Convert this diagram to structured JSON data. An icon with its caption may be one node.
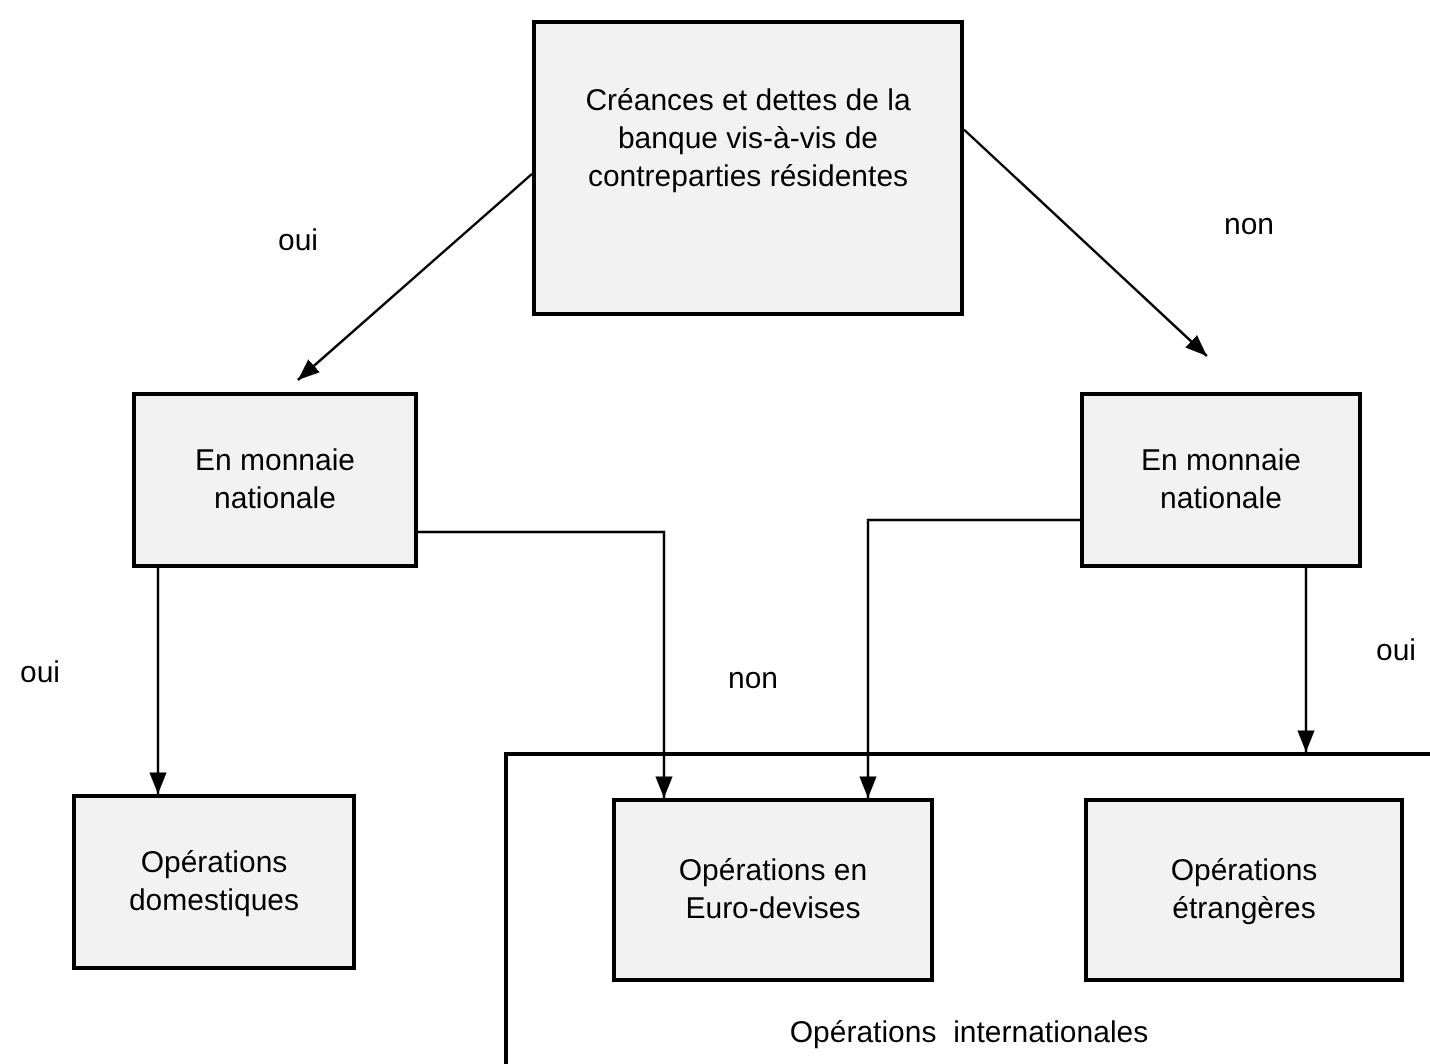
{
  "diagram": {
    "nodes": [
      {
        "text": [
          "Créances et dettes de la banque vis-à-vis de contreparties résidentes"
        ]
      },
      {
        "text": [
          "En monnaie nationale"
        ]
      },
      {
        "text": [
          "En monnaie nationale"
        ]
      },
      {
        "text": [
          "Opérations domestiques"
        ]
      },
      {
        "text": [
          "Opérations  internationales"
        ]
      },
      {
        "text": [
          "Opérations en Euro-devises"
        ],
        "in": 4
      },
      {
        "text": [
          "Opérations étrangères"
        ],
        "in": 4
      }
    ],
    "edges": [
      {
        "from": 0,
        "to": 1,
        "arrow": "to",
        "label": "oui"
      },
      {
        "from": 0,
        "to": 2,
        "arrow": "to",
        "label": "non"
      },
      {
        "from": 1,
        "to": 3,
        "arrow": "to",
        "label": "oui"
      },
      {
        "from": 1,
        "to": 5,
        "arrow": "to",
        "label": "non"
      },
      {
        "from": 2,
        "to": 5,
        "arrow": "to"
      },
      {
        "from": 2,
        "to": 4,
        "arrow": "to",
        "label": "oui"
      }
    ]
  }
}
